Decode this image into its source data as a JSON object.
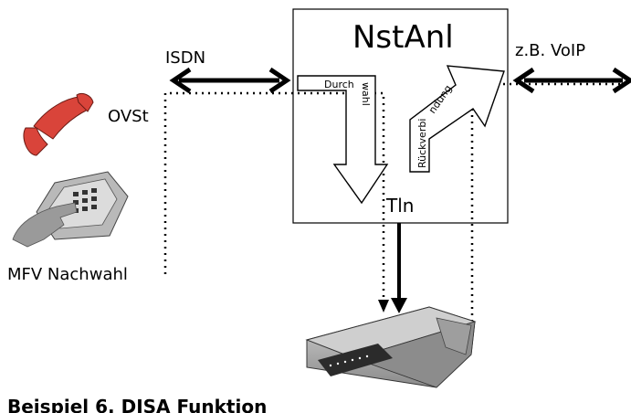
{
  "diagram": {
    "box_title": "NstAnl",
    "isdn": "ISDN",
    "voip": "z.B. VoIP",
    "ovst": "OVSt",
    "mfv": "MFV Nachwahl",
    "tln": "Tln",
    "durch": "Durch",
    "wahl": "wahl",
    "rueck_a": "Rückverbi",
    "rueck_b": "ndung",
    "caption": "Beispiel 6. DISA Funktion"
  },
  "colors": {
    "line": "#000000",
    "phone_red": "#d9443a",
    "phone_gray": "#9a9a9a",
    "router_gray": "#a9a9a9"
  },
  "icons": [
    "telephone-icon",
    "router-icon"
  ]
}
